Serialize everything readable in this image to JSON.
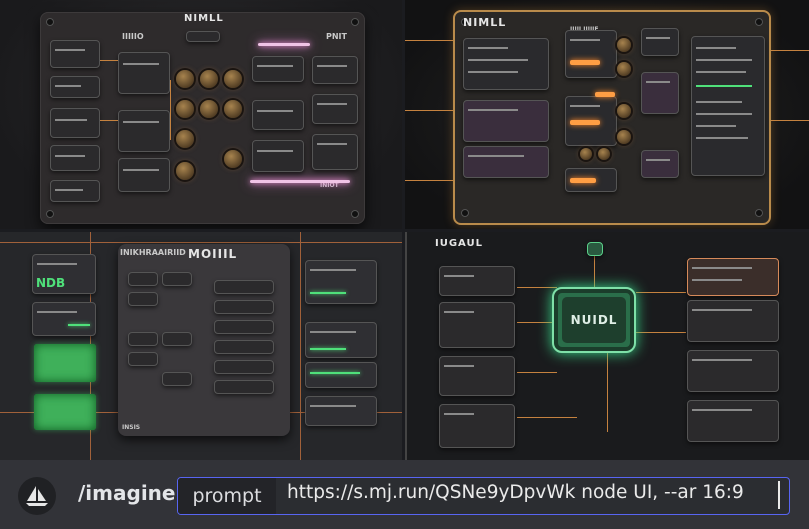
{
  "images": {
    "top_left": {
      "title": "NIMLL",
      "label_left": "IIIIIO",
      "label_right": "PNIT",
      "footer": "INIOT"
    },
    "top_right": {
      "title": "NIMLL",
      "label": "IIIII IIIIIE"
    },
    "bottom_left": {
      "title": "MOIIIL",
      "badge": "INIKHRAAIRIID",
      "side_text": "NDB",
      "footer": "INSIS"
    },
    "bottom_right": {
      "title": "IUGAUL",
      "core_label": "NUIDL"
    }
  },
  "prompt_bar": {
    "command": "/imagine",
    "field_label": "prompt",
    "value": "https://s.mj.run/QSNe9yDpvWk node UI, --ar 16:9"
  },
  "colors": {
    "accent_orange": "#c5823f",
    "glow_pink": "#f0c4e6",
    "neon_green": "#4fe07a",
    "input_border": "#5865f2",
    "bar_bg": "#323338"
  }
}
